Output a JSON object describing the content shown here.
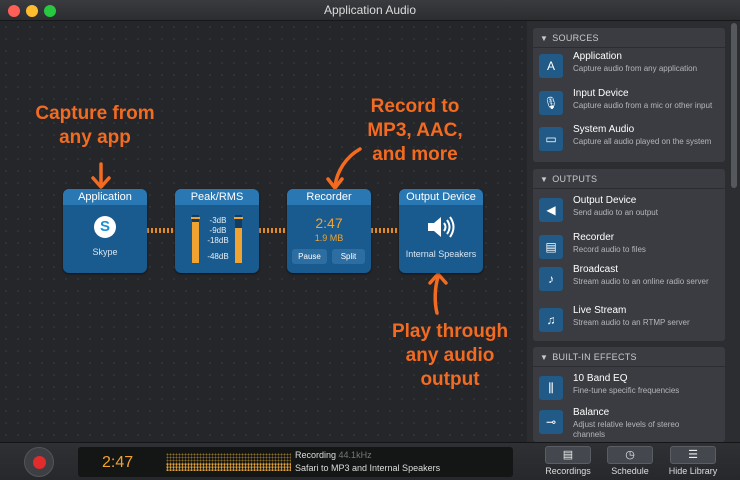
{
  "window": {
    "title": "Application Audio"
  },
  "annotations": {
    "capture": [
      "Capture from",
      "any app"
    ],
    "record": [
      "Record to",
      "MP3, AAC,",
      "and more"
    ],
    "play": [
      "Play through",
      "any audio",
      "output"
    ]
  },
  "blocks": {
    "application": {
      "title": "Application",
      "label": "Skype",
      "icon": "skype-icon"
    },
    "peak": {
      "title": "Peak/RMS",
      "levels": [
        "-3dB",
        "-9dB",
        "-18dB",
        "-48dB"
      ],
      "left_level": 0.85,
      "right_level": 0.72
    },
    "recorder": {
      "title": "Recorder",
      "time": "2:47",
      "size": "1.9 MB",
      "pause": "Pause",
      "split": "Split"
    },
    "output": {
      "title": "Output Device",
      "label": "Internal Speakers",
      "icon": "speaker-icon"
    }
  },
  "sidebar": {
    "sources": {
      "title": "SOURCES",
      "items": [
        {
          "name": "Application",
          "desc": "Capture audio from any application",
          "icon": "app-icon"
        },
        {
          "name": "Input Device",
          "desc": "Capture audio from a mic or other input",
          "icon": "mic-icon"
        },
        {
          "name": "System Audio",
          "desc": "Capture all audio played on the system",
          "icon": "monitor-icon"
        }
      ]
    },
    "outputs": {
      "title": "OUTPUTS",
      "items": [
        {
          "name": "Output Device",
          "desc": "Send audio to an output",
          "icon": "speaker-icon"
        },
        {
          "name": "Recorder",
          "desc": "Record audio to files",
          "icon": "file-icon"
        },
        {
          "name": "Broadcast",
          "desc": "Stream audio to an online radio server",
          "icon": "broadcast-icon"
        },
        {
          "name": "Live Stream",
          "desc": "Stream audio to an RTMP server",
          "icon": "stream-icon"
        }
      ]
    },
    "effects": {
      "title": "BUILT-IN EFFECTS",
      "items": [
        {
          "name": "10 Band EQ",
          "desc": "Fine-tune specific frequencies",
          "icon": "eq-icon"
        },
        {
          "name": "Balance",
          "desc": "Adjust relative levels of stereo channels",
          "icon": "balance-icon"
        }
      ]
    }
  },
  "bottom": {
    "time": "2:47",
    "status": "Recording",
    "rate": "44.1kHz",
    "route": "Safari to MP3 and Internal Speakers",
    "recordings": "Recordings",
    "schedule": "Schedule",
    "hide_library": "Hide Library"
  }
}
